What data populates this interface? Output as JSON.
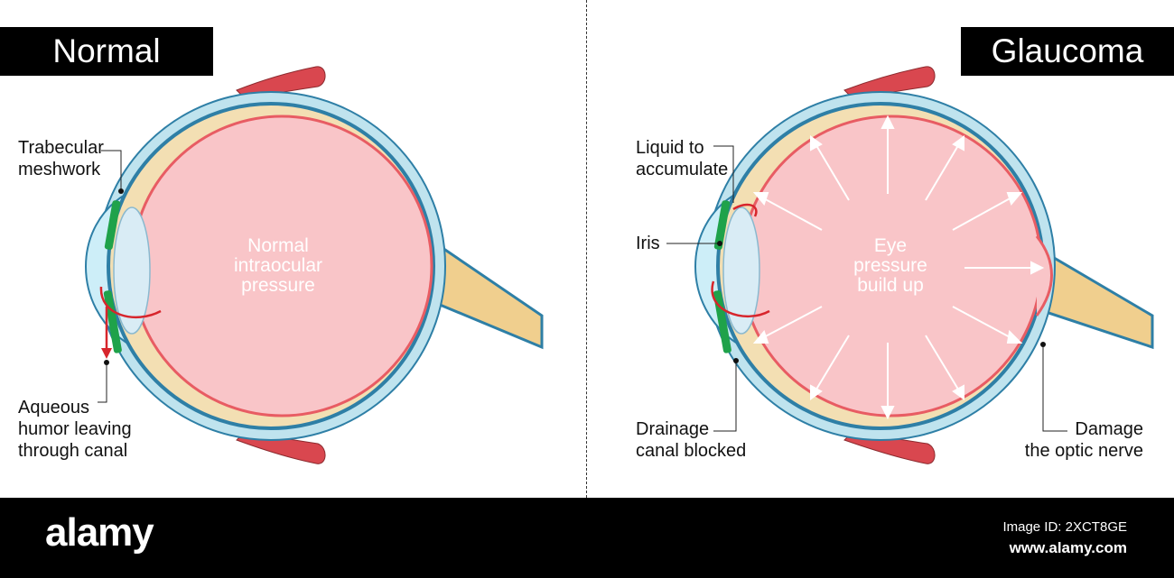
{
  "left_panel": {
    "title": "Normal",
    "center_text": "Normal\nintraocular\npressure",
    "labels": {
      "trabecular": "Trabecular\nmeshwork",
      "aqueous": "Aqueous\nhumor leaving\nthrough canal"
    }
  },
  "right_panel": {
    "title": "Glaucoma",
    "center_text": "Eye\npressure\nbuild up",
    "labels": {
      "liquid": "Liquid to\naccumulate",
      "iris": "Iris",
      "drainage": "Drainage\ncanal blocked",
      "damage": "Damage\nthe optic nerve"
    }
  },
  "footer": {
    "brand": "alamy",
    "image_id": "Image ID: 2XCT8GE",
    "url": "www.alamy.com"
  },
  "colors": {
    "sclera": "#bfe3ee",
    "choroid": "#2e7fa6",
    "retina_band": "#f3dfb3",
    "vitreous": "#f9c5c8",
    "vitreous_edge": "#e85c63",
    "muscle": "#d9474f",
    "optic_nerve": "#f0cf8e",
    "iris": "#1fa24a",
    "aqueous": "#cdeef8",
    "arrow_red": "#d7252c"
  }
}
